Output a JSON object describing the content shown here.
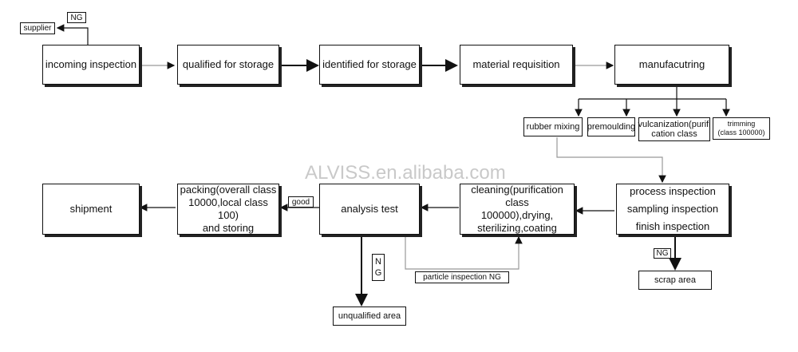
{
  "watermark": "ALVISS.en.alibaba.com",
  "nodes": {
    "supplier": "supplier",
    "ng_top": "NG",
    "incoming_inspection": "incoming inspection",
    "qualified_storage": "qualified for storage",
    "identified_storage": "identified for storage",
    "material_requisition": "material requisition",
    "manufacturing": "manufacutring",
    "rubber_mixing": "rubber mixing",
    "premoulding": "premoulding",
    "vulcanization": [
      "vulcanization(purifi",
      "cation class"
    ],
    "trimming": [
      "trimming",
      "(class 100000)"
    ],
    "process_inspection": [
      "process inspection",
      "sampling inspection",
      "finish inspection"
    ],
    "ng_scrap": "NG",
    "scrap_area": "scrap area",
    "cleaning": [
      "cleaning(purification class",
      "100000),drying,",
      "sterilizing,coating"
    ],
    "analysis_test": "analysis test",
    "particle_inspection": "particle inspection  NG",
    "ng_vertical": [
      "N",
      "G"
    ],
    "unqualified_area": "unqualified area",
    "good": "good",
    "packing": [
      "packing(overall class",
      "10000,local class 100)",
      "and storing"
    ],
    "shipment": "shipment"
  }
}
